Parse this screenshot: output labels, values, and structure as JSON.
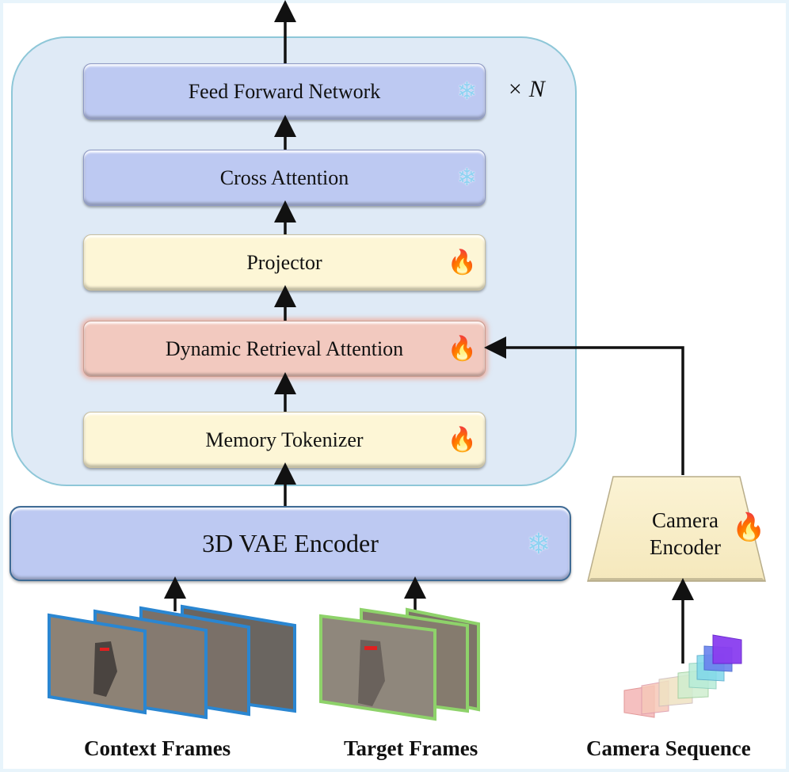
{
  "diagram": {
    "repeat_label": "× N",
    "transformer_blocks": [
      {
        "id": "ffn",
        "label": "Feed Forward Network",
        "state": "frozen",
        "icon": "snowflake-icon"
      },
      {
        "id": "cross",
        "label": "Cross Attention",
        "state": "frozen",
        "icon": "snowflake-icon"
      },
      {
        "id": "proj",
        "label": "Projector",
        "state": "trainable",
        "icon": "fire-icon"
      },
      {
        "id": "dra",
        "label": "Dynamic Retrieval Attention",
        "state": "trainable",
        "icon": "fire-icon"
      },
      {
        "id": "mem",
        "label": "Memory Tokenizer",
        "state": "trainable",
        "icon": "fire-icon"
      }
    ],
    "vae": {
      "label": "3D VAE Encoder",
      "state": "frozen",
      "icon": "snowflake-icon"
    },
    "camera_encoder": {
      "line1": "Camera",
      "line2": "Encoder",
      "state": "trainable",
      "icon": "fire-icon"
    },
    "inputs": {
      "context": "Context Frames",
      "target": "Target Frames",
      "camera": "Camera Sequence"
    },
    "icons": {
      "snow": "❄",
      "fire": "🔥"
    },
    "colors": {
      "frozen_block": "#bdc9f2",
      "trainable_block": "#fdf6d6",
      "highlight_block": "#f2c9bf",
      "context_frame_border": "#2a86d1",
      "target_frame_border": "#8ed26a",
      "group_bg": "#dfeaf6"
    }
  }
}
